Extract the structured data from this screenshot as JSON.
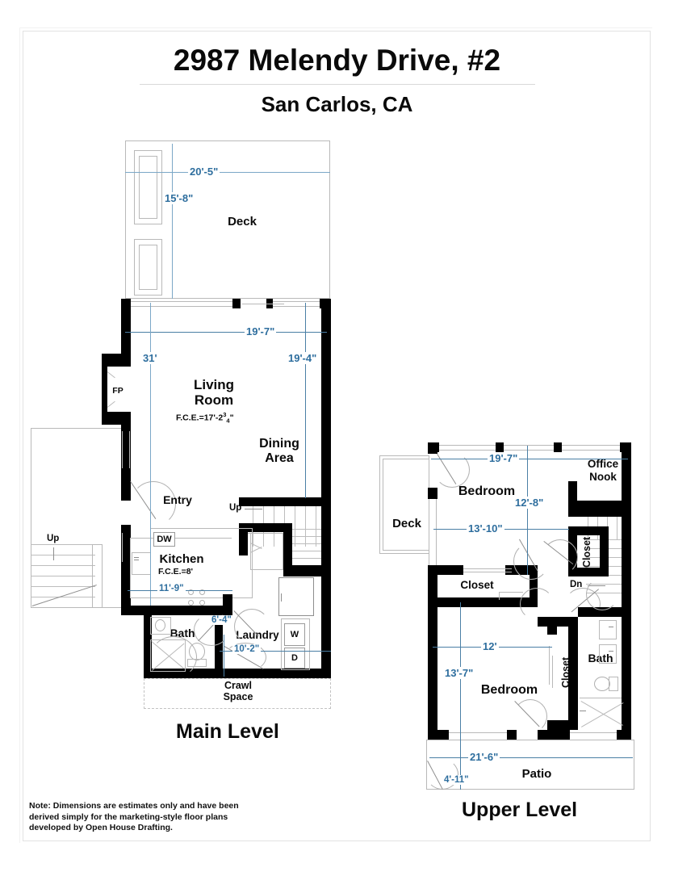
{
  "header": {
    "title": "2987 Melendy Drive, #2",
    "subtitle": "San Carlos, CA"
  },
  "captions": {
    "main_level": "Main Level",
    "upper_level": "Upper Level"
  },
  "note": "Note: Dimensions are estimates only and have been derived simply for the marketing-style floor plans developed by Open House Drafting.",
  "colors": {
    "wall": "#000000",
    "dimension_text": "#2e6e9e",
    "dimension_line": "#7ba7c7",
    "thin_line": "#b9b9b9",
    "page_background": "#ffffff"
  },
  "main_level": {
    "rooms": {
      "deck": "Deck",
      "living_room_line1": "Living",
      "living_room_line2": "Room",
      "living_room_fce": "F.C.E.=17'-2",
      "living_room_fce_num": "3",
      "living_room_fce_den": "4",
      "living_room_fce_tail": "\"",
      "dining_area_line1": "Dining",
      "dining_area_line2": "Area",
      "entry": "Entry",
      "kitchen": "Kitchen",
      "kitchen_fce": "F.C.E.=8'",
      "bath": "Bath",
      "laundry": "Laundry",
      "crawl_space_line1": "Crawl",
      "crawl_space_line2": "Space",
      "fireplace": "FP",
      "dishwasher": "DW",
      "washer": "W",
      "dryer": "D",
      "stair_up_interior": "Up",
      "stair_up_exterior": "Up"
    },
    "dimensions": {
      "deck_width": "20'-5\"",
      "deck_depth": "15'-8\"",
      "house_width": "19'-7\"",
      "house_depth_left": "31'",
      "house_depth_right": "19'-4\"",
      "kitchen_width": "11'-9\"",
      "bath_width": "6'-4\"",
      "laundry_width": "10'-2\""
    }
  },
  "upper_level": {
    "rooms": {
      "deck": "Deck",
      "bedroom_upper": "Bedroom",
      "bedroom_lower": "Bedroom",
      "office_nook_line1": "Office",
      "office_nook_line2": "Nook",
      "closet_bedroom_upper": "Closet",
      "closet_stair": "Closet",
      "closet_bedroom_lower": "Closet",
      "bath": "Bath",
      "patio": "Patio",
      "stair_down": "Dn"
    },
    "dimensions": {
      "bedroom_upper_width": "19'-7\"",
      "bedroom_upper_depth": "12'-8\"",
      "bedroom_upper_width_inner": "13'-10\"",
      "bedroom_lower_width": "12'",
      "bedroom_lower_depth": "13'-7\"",
      "patio_width": "21'-6\"",
      "patio_depth": "4'-11\""
    }
  }
}
